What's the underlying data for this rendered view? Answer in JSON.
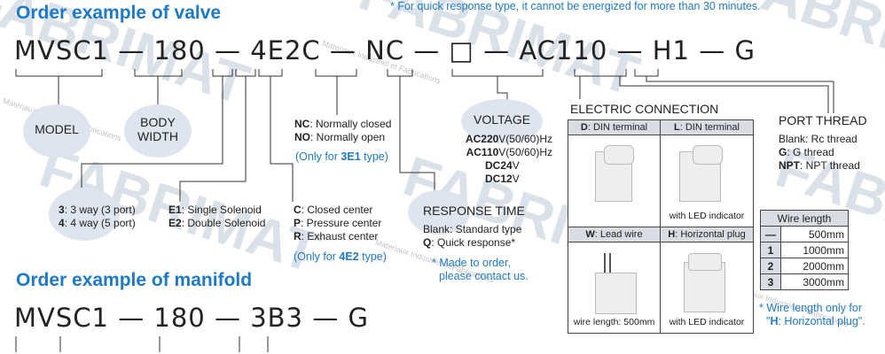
{
  "valve_title": "Order example of valve",
  "top_note": "* For quick response type, it cannot be energized for more than 30 minutes.",
  "valve_code": [
    "MVSC1",
    "—",
    "180",
    "—",
    "4E2C",
    "—",
    "NC",
    "—",
    "□",
    "—",
    "AC110",
    "—",
    "H1",
    "—",
    "G"
  ],
  "model_label": "MODEL",
  "body_width_label": [
    "BODY",
    "WIDTH"
  ],
  "ports": [
    {
      "key": "3",
      "text": ": 3 way (3 port)"
    },
    {
      "key": "4",
      "text": ": 4 way (5 port)"
    }
  ],
  "solenoid": [
    {
      "key": "E1",
      "text": ": Single Solenoid"
    },
    {
      "key": "E2",
      "text": ": Double Solenoid"
    }
  ],
  "center": [
    {
      "key": "C",
      "text": ": Closed center"
    },
    {
      "key": "P",
      "text": ": Pressure center"
    },
    {
      "key": "R",
      "text": ": Exhaust center"
    }
  ],
  "center_note": {
    "pre": "(Only for ",
    "key": "4E2",
    "post": " type)"
  },
  "nc_options": [
    {
      "key": "NC",
      "text": ": Normally closed"
    },
    {
      "key": "NO",
      "text": ": Normally open"
    }
  ],
  "nc_note": {
    "pre": "(Only for ",
    "key": "3E1",
    "post": " type)"
  },
  "voltage_header": "VOLTAGE",
  "voltages": [
    {
      "key": "AC220",
      "text": "V(50/60)Hz"
    },
    {
      "key": "AC110",
      "text": "V(50/60)Hz"
    },
    {
      "key": "DC24",
      "text": "V"
    },
    {
      "key": "DC12",
      "text": "V"
    }
  ],
  "response_header": "RESPONSE TIME",
  "response_lines": [
    {
      "key": "",
      "text": "Blank: Standard type"
    },
    {
      "key": "Q",
      "text": ": Quick response*"
    }
  ],
  "response_note": [
    "* Made to order,",
    "please contact us."
  ],
  "electric_header": "ELECTRIC CONNECTION",
  "electric_cells": [
    {
      "key": "D",
      "text": ": DIN terminal",
      "caption": ""
    },
    {
      "key": "L",
      "text": ": DIN terminal",
      "caption": "with LED indicator"
    },
    {
      "key": "W",
      "text": ": Lead wire",
      "caption": "wire length: 500mm"
    },
    {
      "key": "H",
      "text": ": Horizontal plug",
      "caption": "with LED indicator"
    }
  ],
  "port_thread_header": "PORT THREAD",
  "port_threads": [
    {
      "key": "",
      "text": "Blank: Rc thread"
    },
    {
      "key": "G",
      "text": ": G thread"
    },
    {
      "key": "NPT",
      "text": ": NPT thread"
    }
  ],
  "wire_length": {
    "header": "Wire length",
    "rows": [
      {
        "key": "—",
        "value": "500mm"
      },
      {
        "key": "1",
        "value": "1000mm"
      },
      {
        "key": "2",
        "value": "2000mm"
      },
      {
        "key": "3",
        "value": "3000mm"
      }
    ]
  },
  "wire_note": {
    "line1": "* Wire length only for",
    "pre": "\"",
    "key": "H",
    "post": ": Horizontal plug\"."
  },
  "manifold_title": "Order example of manifold",
  "manifold_code": [
    "MVSC1",
    "—",
    "180",
    "—",
    "3B3",
    "—",
    "G"
  ],
  "watermark": {
    "text": "FABRIMAT",
    "subtext": "Materiaux Industriel et Fabrications"
  },
  "colors": {
    "accent": "#1e7ac4",
    "circle": "#dfe5ef",
    "header_fill": "#d9dde3",
    "watermark": "#96aabe"
  }
}
